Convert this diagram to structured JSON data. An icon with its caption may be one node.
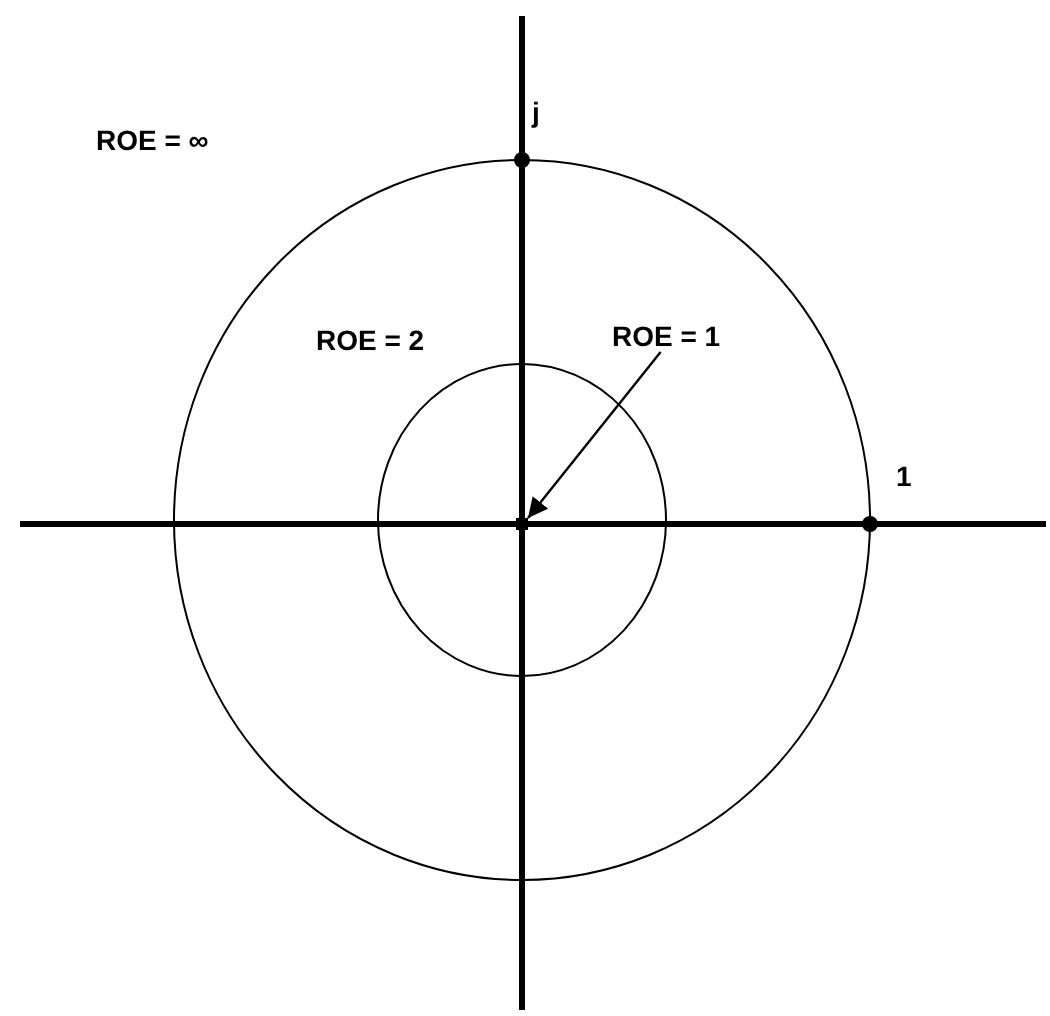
{
  "diagram": {
    "nodes": [
      {
        "text": [
          "ROE = 1"
        ]
      },
      {
        "text": [],
        "shape": "point"
      }
    ],
    "edges": [
      {
        "from": 0,
        "to": 1,
        "arrow": "to"
      }
    ],
    "labels": [
      "j",
      "ROE = ∞",
      "ROE = 2",
      "1"
    ]
  }
}
